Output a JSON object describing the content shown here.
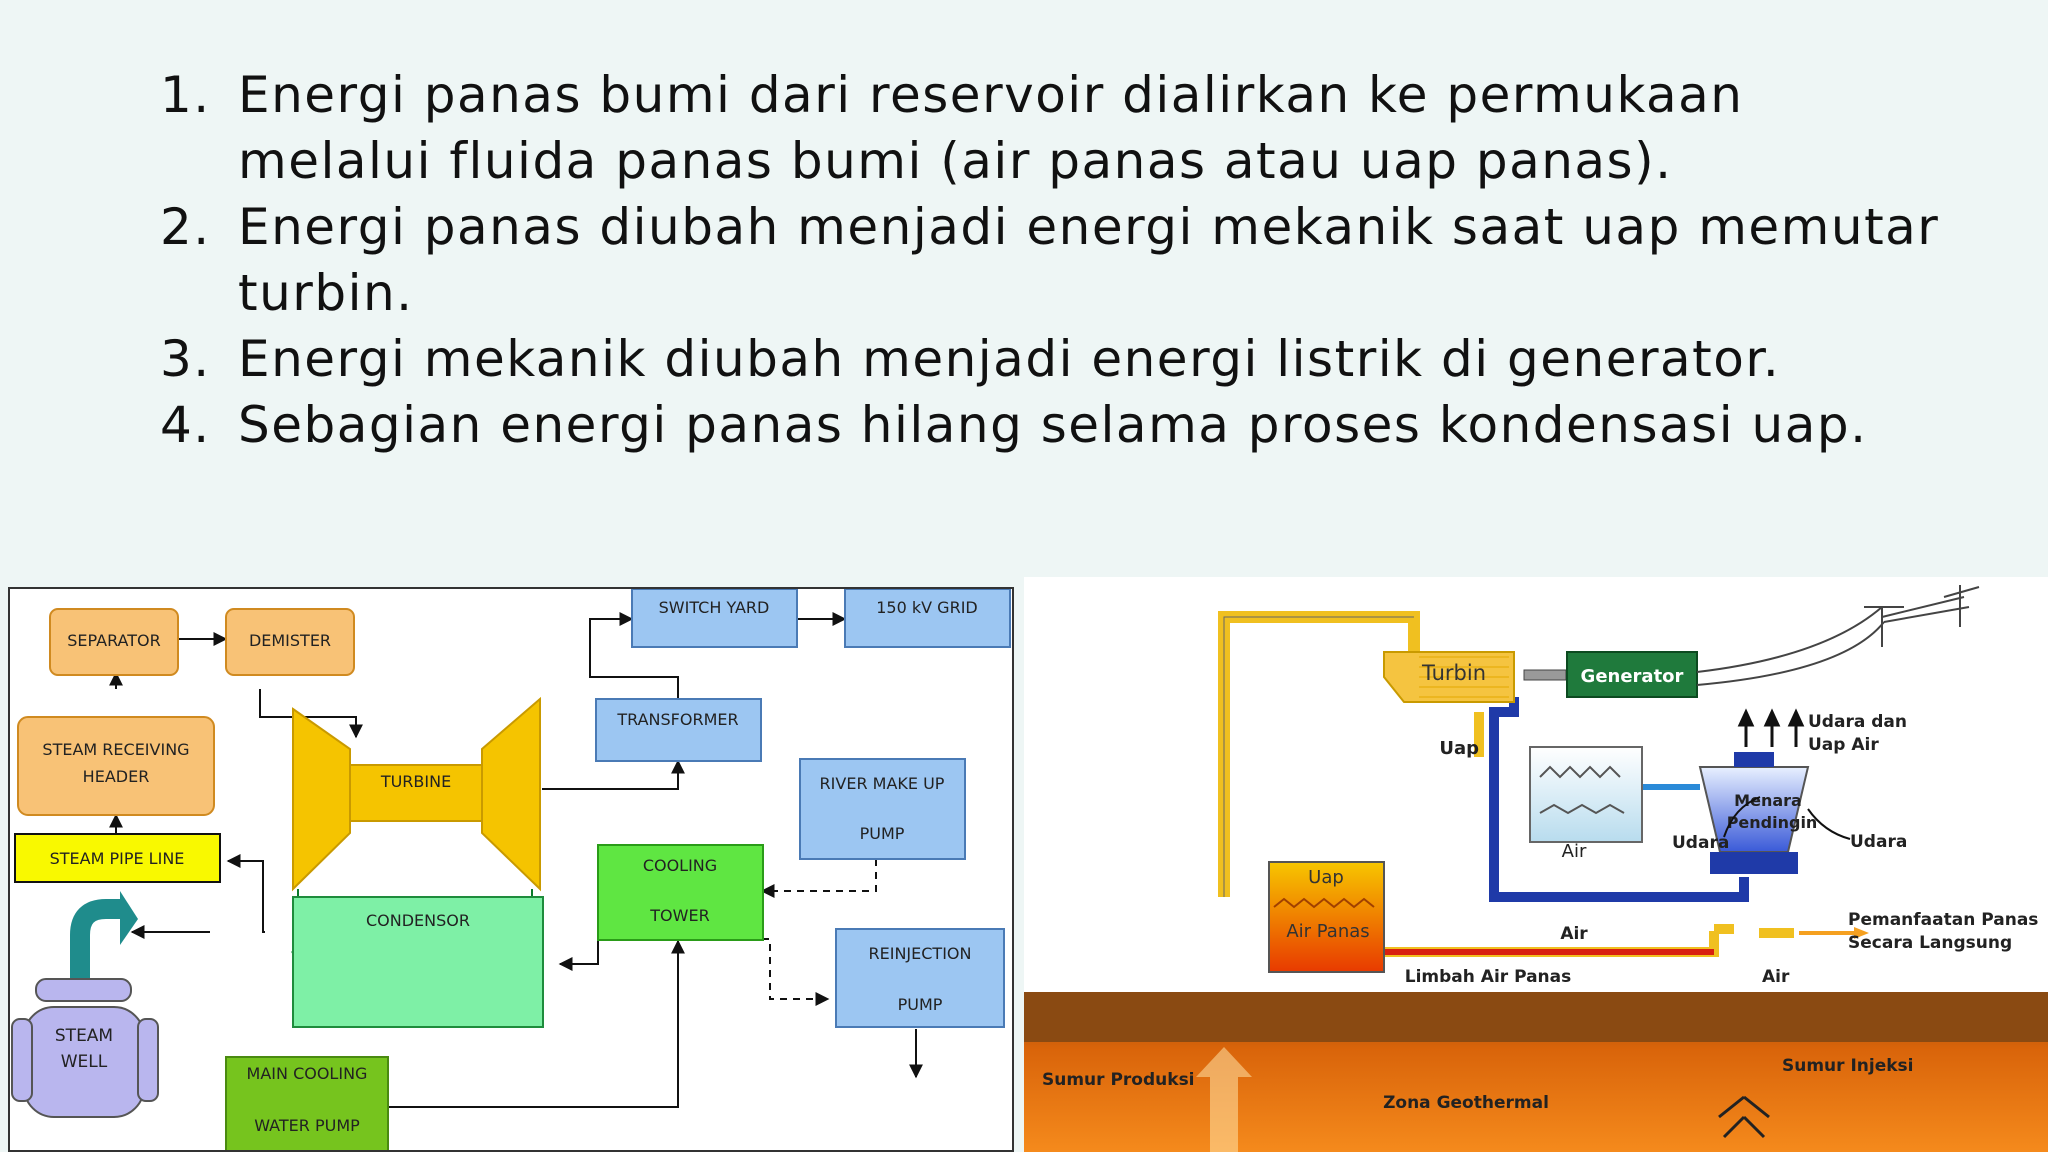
{
  "steps": [
    {
      "number": "1.",
      "text": "Energi panas bumi dari reservoir dialirkan ke permukaan melalui fluida panas bumi (air panas atau uap panas)."
    },
    {
      "number": "2.",
      "text": "Energi panas diubah menjadi energi mekanik saat uap memutar turbin."
    },
    {
      "number": "3.",
      "text": "Energi mekanik diubah menjadi energi listrik di generator."
    },
    {
      "number": "4.",
      "text": "Sebagian energi panas hilang selama proses kondensasi uap."
    }
  ],
  "flow_diagram": {
    "separator": "SEPARATOR",
    "demister": "DEMISTER",
    "switchyard": "SWITCH YARD",
    "grid": "150 kV GRID",
    "transformer": "TRANSFORMER",
    "steam_header_1": "STEAM RECEIVING",
    "steam_header_2": "HEADER",
    "turbine": "TURBINE",
    "river_pump_1": "RIVER MAKE UP",
    "river_pump_2": "PUMP",
    "steam_pipe": "STEAM PIPE LINE",
    "cooling_1": "COOLING",
    "cooling_2": "TOWER",
    "condensor": "CONDENSOR",
    "reinjection_1": "REINJECTION",
    "reinjection_2": "PUMP",
    "well_1": "STEAM",
    "well_2": "WELL",
    "main_pump_1": "MAIN COOLING",
    "main_pump_2": "WATER PUMP"
  },
  "plant_diagram": {
    "turbin": "Turbin",
    "generator": "Generator",
    "uap_top": "Uap",
    "udara_dan": "Udara dan",
    "uap_air": "Uap Air",
    "menara": "Menara",
    "pendingin": "Pendingin",
    "udara_left": "Udara",
    "udara_right": "Udara",
    "air_condenser": "Air",
    "uap_tank": "Uap",
    "air_panas": "Air Panas",
    "air_pipe": "Air",
    "pemanfaatan_1": "Pemanfaatan Panas",
    "pemanfaatan_2": "Secara Langsung",
    "limbah": "Limbah Air Panas",
    "air_down": "Air",
    "sumur_produksi": "Sumur Produksi",
    "sumur_injeksi": "Sumur Injeksi",
    "zona": "Zona Geothermal"
  }
}
